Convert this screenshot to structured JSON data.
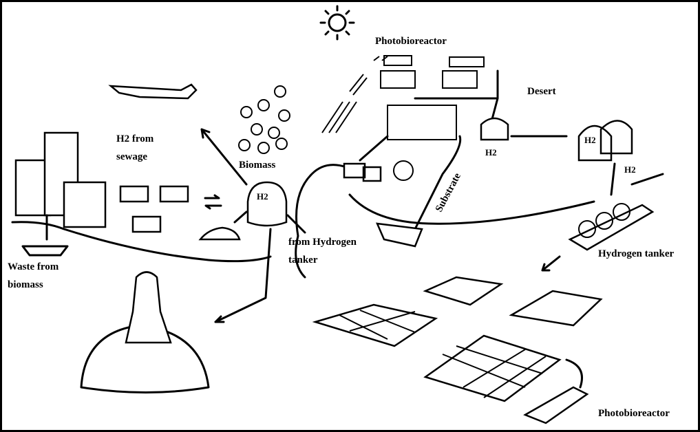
{
  "labels": {
    "photobioreactor_top": "Photobioreactor",
    "desert": "Desert",
    "h2_from_sewage_line1": "H2 from",
    "h2_from_sewage_line2": "sewage",
    "biomass": "Biomass",
    "h2_tank_center": "H2",
    "h2_tank_desert": "H2",
    "h2_tank_storage": "H2",
    "h2_pipe": "H2",
    "substrate": "Substrate",
    "from_hydrogen_tanker_line1": "from Hydrogen",
    "from_hydrogen_tanker_line2": "tanker",
    "waste_from_biomass_line1": "Waste from",
    "waste_from_biomass_line2": "biomass",
    "hydrogen_tanker": "Hydrogen tanker",
    "photobioreactor_bottom": "Photobioreactor"
  }
}
